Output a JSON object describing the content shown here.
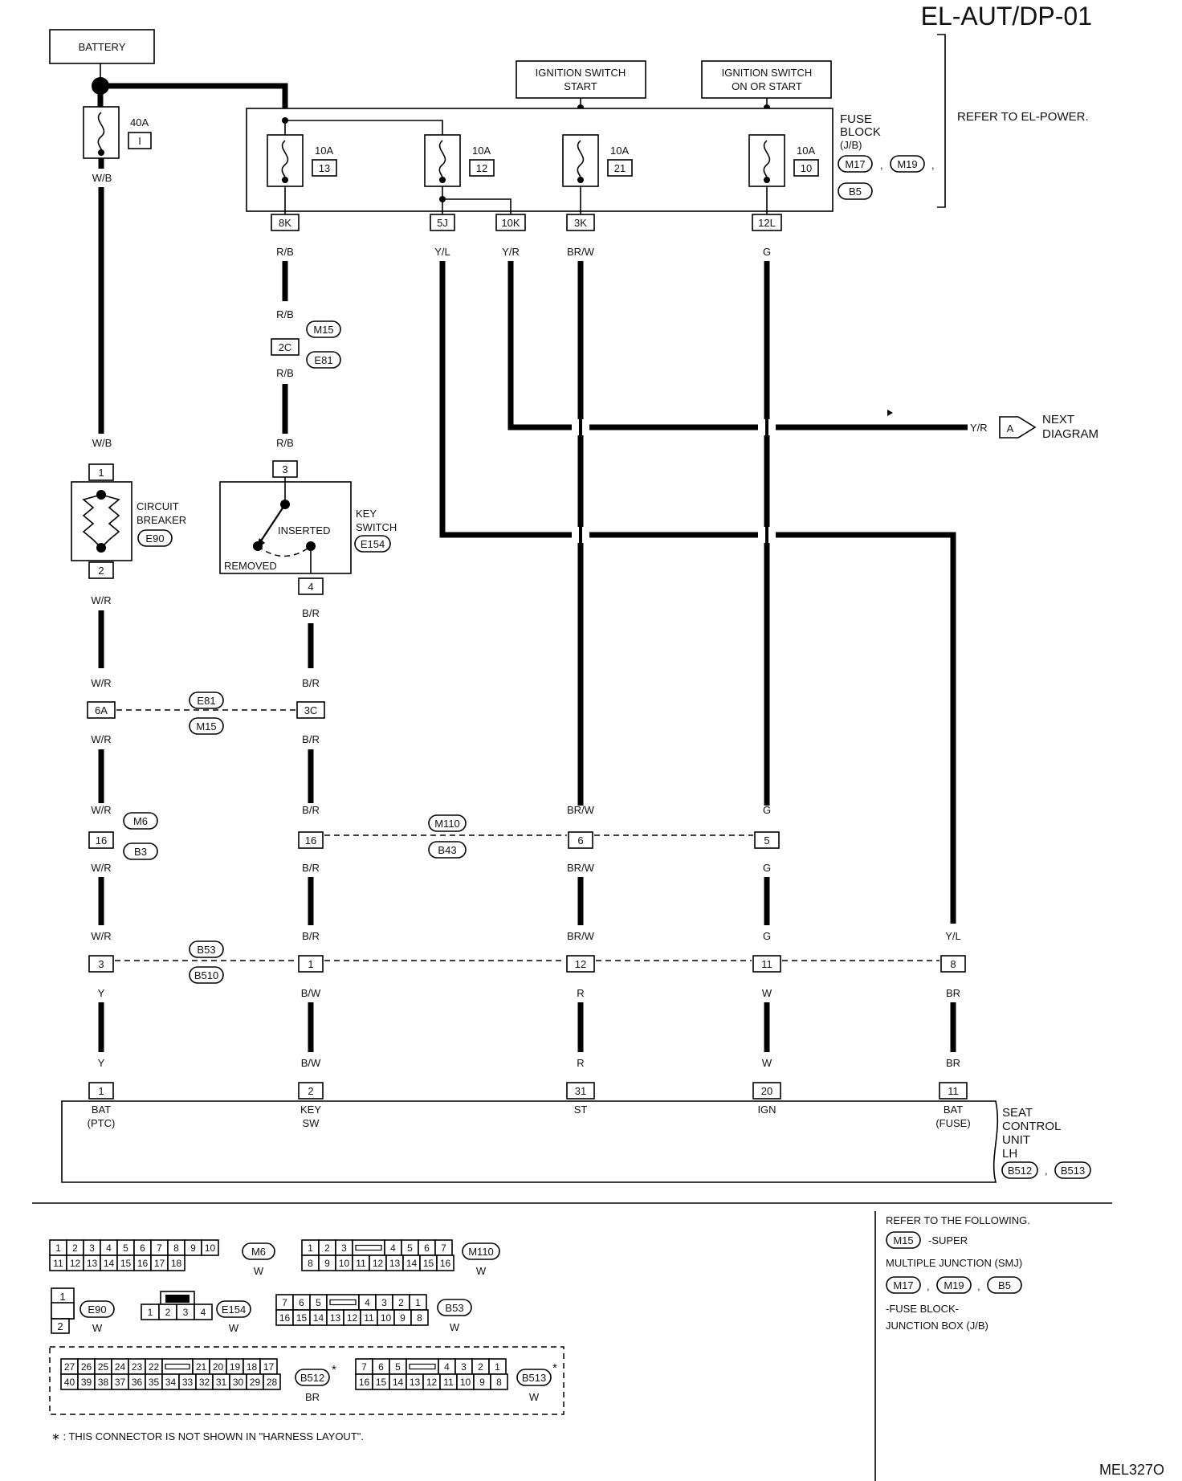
{
  "page": {
    "title": "EL-AUT/DP-01",
    "code": "MEL327O",
    "refer_power": "REFER TO EL-POWER."
  },
  "battery": {
    "label": "BATTERY",
    "fuse_rating": "40A",
    "fuse_id": "I",
    "wire_color": "W/B"
  },
  "ignition": {
    "start_line1": "IGNITION SWITCH",
    "start_line2": "START",
    "on_line1": "IGNITION SWITCH",
    "on_line2": "ON OR START"
  },
  "fuse_block": {
    "line1": "FUSE",
    "line2": "BLOCK",
    "line3": "(J/B)",
    "connectors": [
      "M17",
      "M19",
      "B5"
    ],
    "comma": ",",
    "fuses": [
      {
        "rating": "10A",
        "id": "13",
        "terminal": "8K",
        "wire": "R/B"
      },
      {
        "rating": "10A",
        "id": "12",
        "terminal": "5J",
        "wire": "Y/L"
      },
      {
        "rating": "10A",
        "id": "21",
        "terminal": "3K",
        "wire": "BR/W"
      },
      {
        "rating": "10A",
        "id": "10",
        "terminal": "12L",
        "wire": "G"
      }
    ],
    "extra_terminal": {
      "terminal": "10K",
      "wire": "Y/R"
    }
  },
  "smj_2c": {
    "pin": "2C",
    "wire": "R/B",
    "conn_top": "M15",
    "conn_bottom": "E81"
  },
  "next": {
    "wire": "Y/R",
    "marker": "A",
    "line1": "NEXT",
    "line2": "DIAGRAM"
  },
  "circuit_breaker": {
    "line1": "CIRCUIT",
    "line2": "BREAKER",
    "connector": "E90",
    "pin_in": "1",
    "pin_out": "2",
    "wire_in": "W/B",
    "wire_out": "W/R"
  },
  "key_switch": {
    "line1": "KEY",
    "line2": "SWITCH",
    "connector": "E154",
    "pin_in": "3",
    "pin_out": "4",
    "inserted": "INSERTED",
    "removed": "REMOVED",
    "wire_in": "R/B",
    "wire_out": "B/R"
  },
  "junction_e81": {
    "conn_top": "E81",
    "conn_bottom": "M15",
    "pins": [
      "6A",
      "3C"
    ],
    "wires_top": [
      "W/R",
      "B/R"
    ],
    "wires_bottom": [
      "W/R",
      "B/R"
    ]
  },
  "junction_m6": {
    "conn_top": "M6",
    "conn_bottom": "B3",
    "pin": "16",
    "wire_top": "W/R",
    "wire_bottom": "W/R"
  },
  "junction_m110": {
    "conn_top": "M110",
    "conn_bottom": "B43",
    "pins": [
      "16",
      "6",
      "5"
    ],
    "wires_top": [
      "B/R",
      "BR/W",
      "G"
    ],
    "wires_bottom": [
      "B/R",
      "BR/W",
      "G"
    ]
  },
  "junction_b53": {
    "conn_top": "B53",
    "conn_bottom": "B510",
    "pins": [
      "3",
      "1",
      "12",
      "11",
      "8"
    ],
    "wires_top": [
      "W/R",
      "B/R",
      "BR/W",
      "G",
      "Y/L"
    ],
    "wires_bottom": [
      "Y",
      "B/W",
      "R",
      "W",
      "BR"
    ]
  },
  "seat_unit": {
    "line1": "SEAT",
    "line2": "CONTROL",
    "line3": "UNIT",
    "line4": "LH",
    "connectors": [
      "B512",
      "B513"
    ],
    "terminals": [
      {
        "pin": "1",
        "wire": "Y",
        "name1": "BAT",
        "name2": "(PTC)"
      },
      {
        "pin": "2",
        "wire": "B/W",
        "name1": "KEY",
        "name2": "SW"
      },
      {
        "pin": "31",
        "wire": "R",
        "name1": "ST",
        "name2": ""
      },
      {
        "pin": "20",
        "wire": "W",
        "name1": "IGN",
        "name2": ""
      },
      {
        "pin": "11",
        "wire": "BR",
        "name1": "BAT",
        "name2": "(FUSE)"
      }
    ]
  },
  "legend": {
    "m6": {
      "top": [
        "1",
        "2",
        "3",
        "4",
        "5",
        "6",
        "7",
        "8",
        "9",
        "10"
      ],
      "bottom": [
        "11",
        "12",
        "13",
        "14",
        "15",
        "16",
        "17",
        "18"
      ],
      "id": "M6",
      "color": "W"
    },
    "m110": {
      "top": [
        "1",
        "2",
        "3",
        "4",
        "5",
        "6",
        "7"
      ],
      "bottom": [
        "8",
        "9",
        "10",
        "11",
        "12",
        "13",
        "14",
        "15",
        "16"
      ],
      "id": "M110",
      "color": "W"
    },
    "e90": {
      "top": [
        "1"
      ],
      "bottom": [
        "2"
      ],
      "id": "E90",
      "color": "W"
    },
    "e154": {
      "cells": [
        "1",
        "2",
        "3",
        "4"
      ],
      "id": "E154",
      "color": "W"
    },
    "b53": {
      "top": [
        "7",
        "6",
        "5",
        "4",
        "3",
        "2",
        "1"
      ],
      "bottom": [
        "16",
        "15",
        "14",
        "13",
        "12",
        "11",
        "10",
        "9",
        "8"
      ],
      "id": "B53",
      "color": "W"
    },
    "b512": {
      "top": [
        "27",
        "26",
        "25",
        "24",
        "23",
        "22",
        "21",
        "20",
        "19",
        "18",
        "17"
      ],
      "bottom": [
        "40",
        "39",
        "38",
        "37",
        "36",
        "35",
        "34",
        "33",
        "32",
        "31",
        "30",
        "29",
        "28"
      ],
      "id": "B512",
      "color": "BR"
    },
    "b513": {
      "top": [
        "7",
        "6",
        "5",
        "4",
        "3",
        "2",
        "1"
      ],
      "bottom": [
        "16",
        "15",
        "14",
        "13",
        "12",
        "11",
        "10",
        "9",
        "8"
      ],
      "id": "B513",
      "color": "W"
    },
    "star": "*",
    "footnote": "∗ : THIS CONNECTOR IS NOT SHOWN IN \"HARNESS LAYOUT\"."
  },
  "refer": {
    "line1": "REFER TO THE FOLLOWING.",
    "smj_id": "M15",
    "smj_text": "-SUPER",
    "smj_text2": "MULTIPLE JUNCTION (SMJ)",
    "fb_ids": [
      "M17",
      "M19",
      "B5"
    ],
    "fb_text1": "-FUSE BLOCK-",
    "fb_text2": "JUNCTION BOX (J/B)"
  }
}
